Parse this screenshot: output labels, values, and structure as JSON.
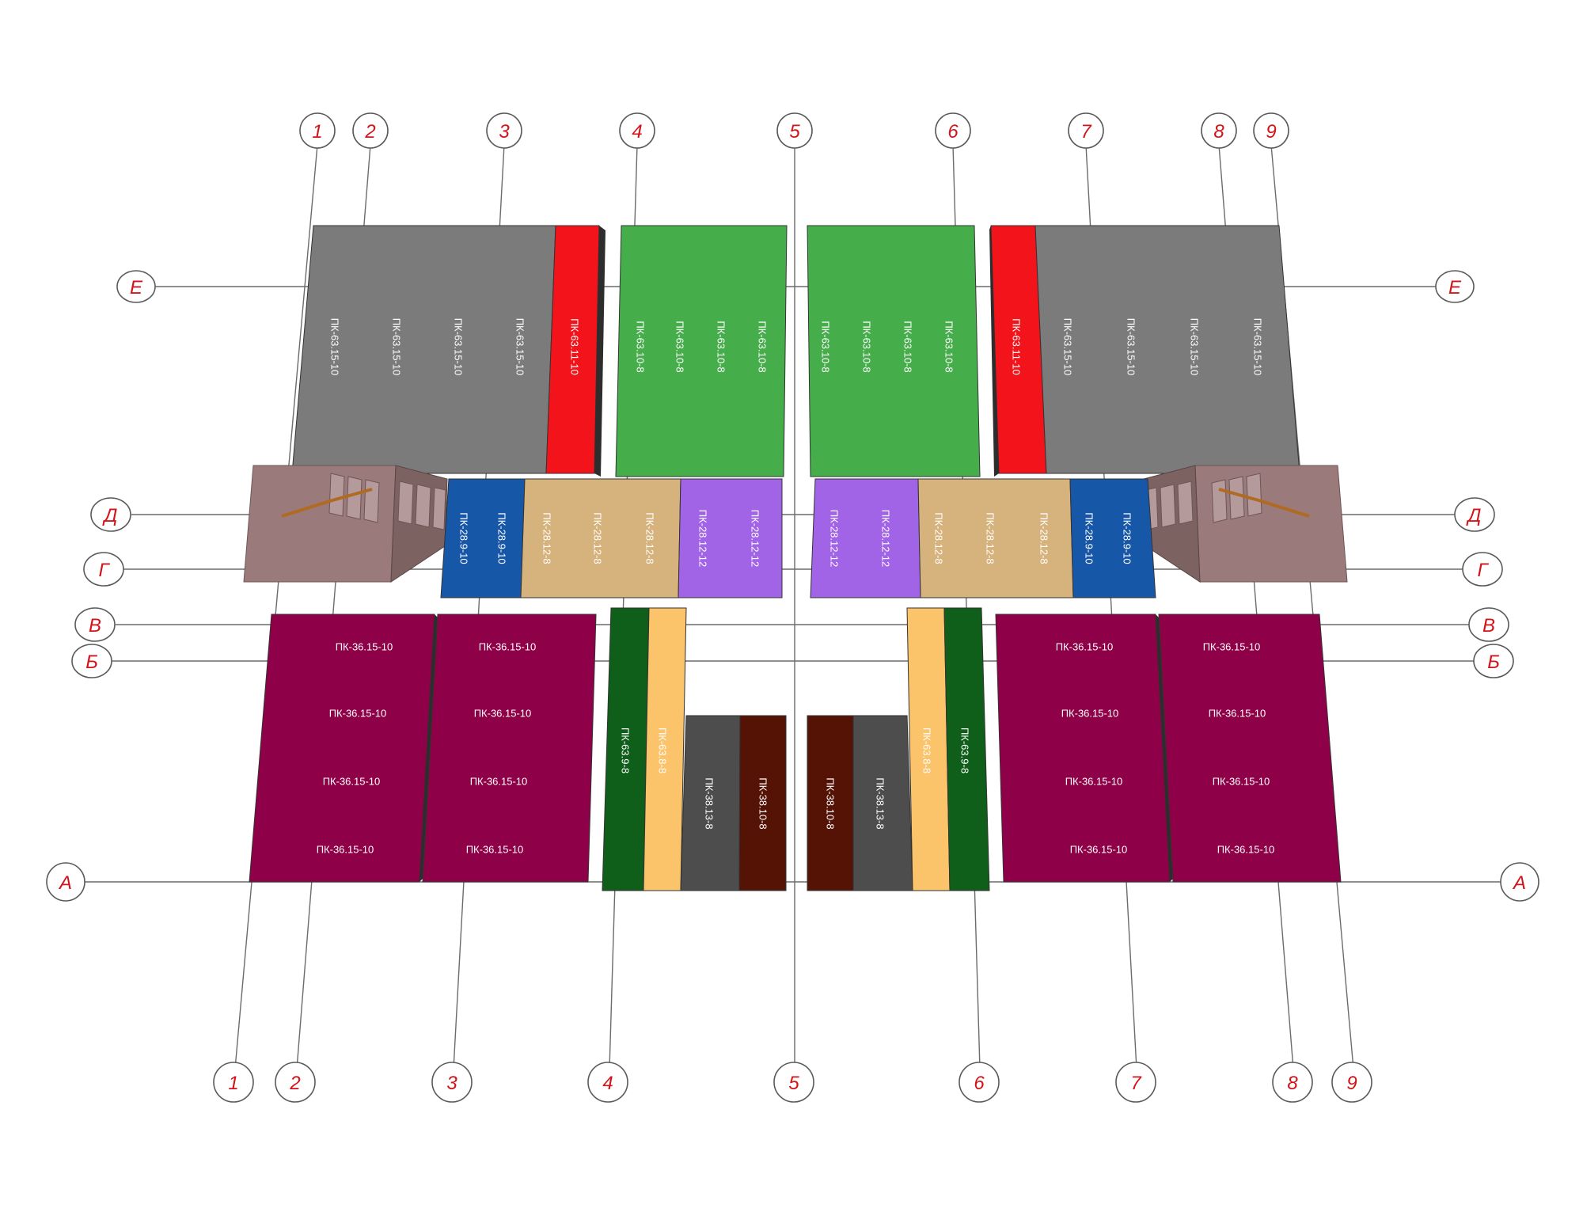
{
  "colors": {
    "gray": "#7b7b7b",
    "red": "#f2141a",
    "green": "#46ad4b",
    "blue": "#1757a8",
    "tan": "#d6b27c",
    "purple": "#a264e6",
    "maroon": "#8e0047",
    "dark_green": "#0f5e1a",
    "light_orange": "#fbc36a",
    "dark_gray": "#4d4d4d",
    "brown": "#551306",
    "axis_text": "#d2141a"
  },
  "axes": {
    "columns": [
      "1",
      "2",
      "3",
      "4",
      "5",
      "6",
      "7",
      "8",
      "9"
    ],
    "rows": [
      "Е",
      "Д",
      "Г",
      "В",
      "Б",
      "А"
    ]
  },
  "slabs": {
    "top_left_gray": [
      "ПК-63.15-10",
      "ПК-63.15-10",
      "ПК-63.15-10",
      "ПК-63.15-10"
    ],
    "top_left_red": [
      "ПК-63.11-10"
    ],
    "top_left_green": [
      "ПК-63.10-8",
      "ПК-63.10-8",
      "ПК-63.10-8",
      "ПК-63.10-8"
    ],
    "top_right_green": [
      "ПК-63.10-8",
      "ПК-63.10-8",
      "ПК-63.10-8",
      "ПК-63.10-8"
    ],
    "top_right_red": [
      "ПК-63.11-10"
    ],
    "top_right_gray": [
      "ПК-63.15-10",
      "ПК-63.15-10",
      "ПК-63.15-10",
      "ПК-63.15-10"
    ],
    "mid_left_blue": [
      "ПК-28.9-10",
      "ПК-28.9-10"
    ],
    "mid_left_tan": [
      "ПК-28.12-8",
      "ПК-28.12-8",
      "ПК-28.12-8"
    ],
    "mid_left_purple": [
      "ПК-28.12-12",
      "ПК-28.12-12"
    ],
    "mid_right_purple": [
      "ПК-28.12-12",
      "ПК-28.12-12"
    ],
    "mid_right_tan": [
      "ПК-28.12-8",
      "ПК-28.12-8",
      "ПК-28.12-8"
    ],
    "mid_right_blue": [
      "ПК-28.9-10",
      "ПК-28.9-10"
    ],
    "bottom_maroon_1": [
      "ПК-36.15-10",
      "ПК-36.15-10",
      "ПК-36.15-10",
      "ПК-36.15-10"
    ],
    "bottom_maroon_2": [
      "ПК-36.15-10",
      "ПК-36.15-10",
      "ПК-36.15-10",
      "ПК-36.15-10"
    ],
    "bottom_maroon_3": [
      "ПК-36.15-10",
      "ПК-36.15-10",
      "ПК-36.15-10",
      "ПК-36.15-10"
    ],
    "bottom_maroon_4": [
      "ПК-36.15-10",
      "ПК-36.15-10",
      "ПК-36.15-10",
      "ПК-36.15-10"
    ],
    "left_core": [
      "ПК-63.9-8",
      "ПК-63.8-8",
      "ПК-38.13-8",
      "ПК-38.10-8"
    ],
    "right_core": [
      "ПК-38.10-8",
      "ПК-38.13-8",
      "ПК-63.8-8",
      "ПК-63.9-8"
    ]
  }
}
